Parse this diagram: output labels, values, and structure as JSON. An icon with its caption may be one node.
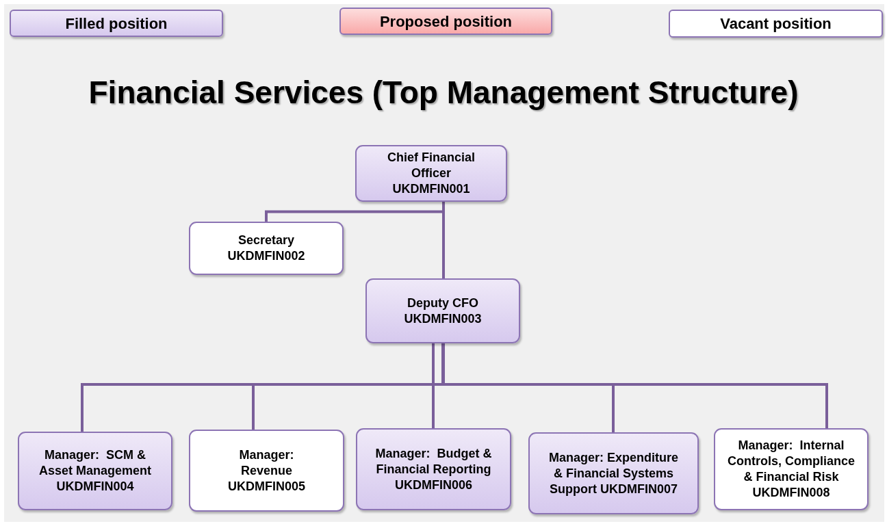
{
  "diagram": {
    "title": "Financial Services (Top Management Structure)",
    "nodes": [
      {
        "text": [
          "Chief Financial Officer UKDMFIN001"
        ]
      },
      {
        "text": [
          "Secretary UKDMFIN002"
        ]
      },
      {
        "text": [
          "Deputy CFO UKDMFIN003"
        ]
      },
      {
        "text": [
          "Manager:  SCM & Asset Management UKDMFIN004"
        ]
      },
      {
        "text": [
          "Manager: Revenue UKDMFIN005"
        ]
      },
      {
        "text": [
          "Manager:  Budget & Financial Reporting UKDMFIN006"
        ]
      },
      {
        "text": [
          "Manager: Expenditure & Financial Systems Support UKDMFIN007"
        ]
      },
      {
        "text": [
          "Manager:  Internal Controls, Compliance & Financial Risk UKDMFIN008"
        ]
      }
    ],
    "edges": [
      {
        "from": 0,
        "to": 2,
        "arrow": "none"
      },
      {
        "from": 0,
        "to": 1,
        "arrow": "none"
      },
      {
        "from": 2,
        "to": 3,
        "arrow": "none"
      },
      {
        "from": 2,
        "to": 4,
        "arrow": "none"
      },
      {
        "from": 2,
        "to": 5,
        "arrow": "none"
      },
      {
        "from": 2,
        "to": 6,
        "arrow": "none"
      },
      {
        "from": 2,
        "to": 7,
        "arrow": "none"
      }
    ],
    "legend": [
      {
        "text": "Filled position",
        "color": "#d6c9ee"
      },
      {
        "text": "Proposed position",
        "color": "#f9a9a9"
      },
      {
        "text": "Vacant position",
        "color": "#ffffff"
      }
    ]
  }
}
